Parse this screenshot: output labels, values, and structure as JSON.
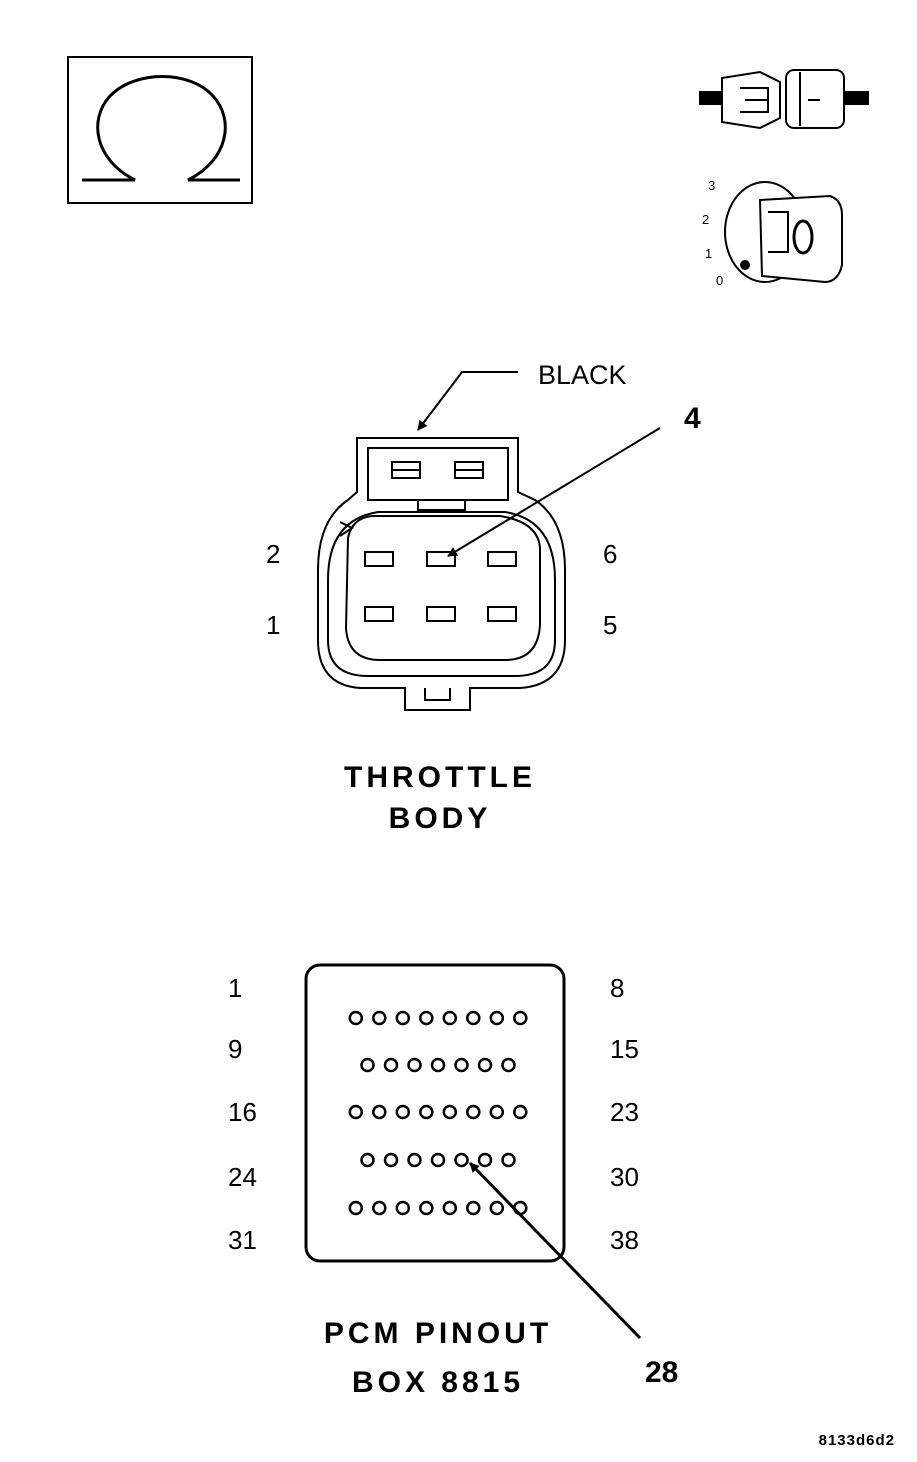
{
  "meter": {
    "symbol": "Ω"
  },
  "ignition": {
    "positions": [
      "3",
      "2",
      "1",
      "0"
    ]
  },
  "throttle_body": {
    "wire_color": "BLACK",
    "callout_pin": "4",
    "pin_labels": {
      "top_left": "2",
      "bottom_left": "1",
      "top_right": "6",
      "bottom_right": "5"
    },
    "title_line1": "THROTTLE",
    "title_line2": "BODY"
  },
  "pcm_box": {
    "rows": [
      {
        "left": "1",
        "right": "8",
        "pins": 8
      },
      {
        "left": "9",
        "right": "15",
        "pins": 7
      },
      {
        "left": "16",
        "right": "23",
        "pins": 8
      },
      {
        "left": "24",
        "right": "30",
        "pins": 7
      },
      {
        "left": "31",
        "right": "38",
        "pins": 8
      }
    ],
    "callout_pin": "28",
    "title_line1": "PCM PINOUT",
    "title_line2": "BOX 8815"
  },
  "figure_id": "8133d6d2"
}
